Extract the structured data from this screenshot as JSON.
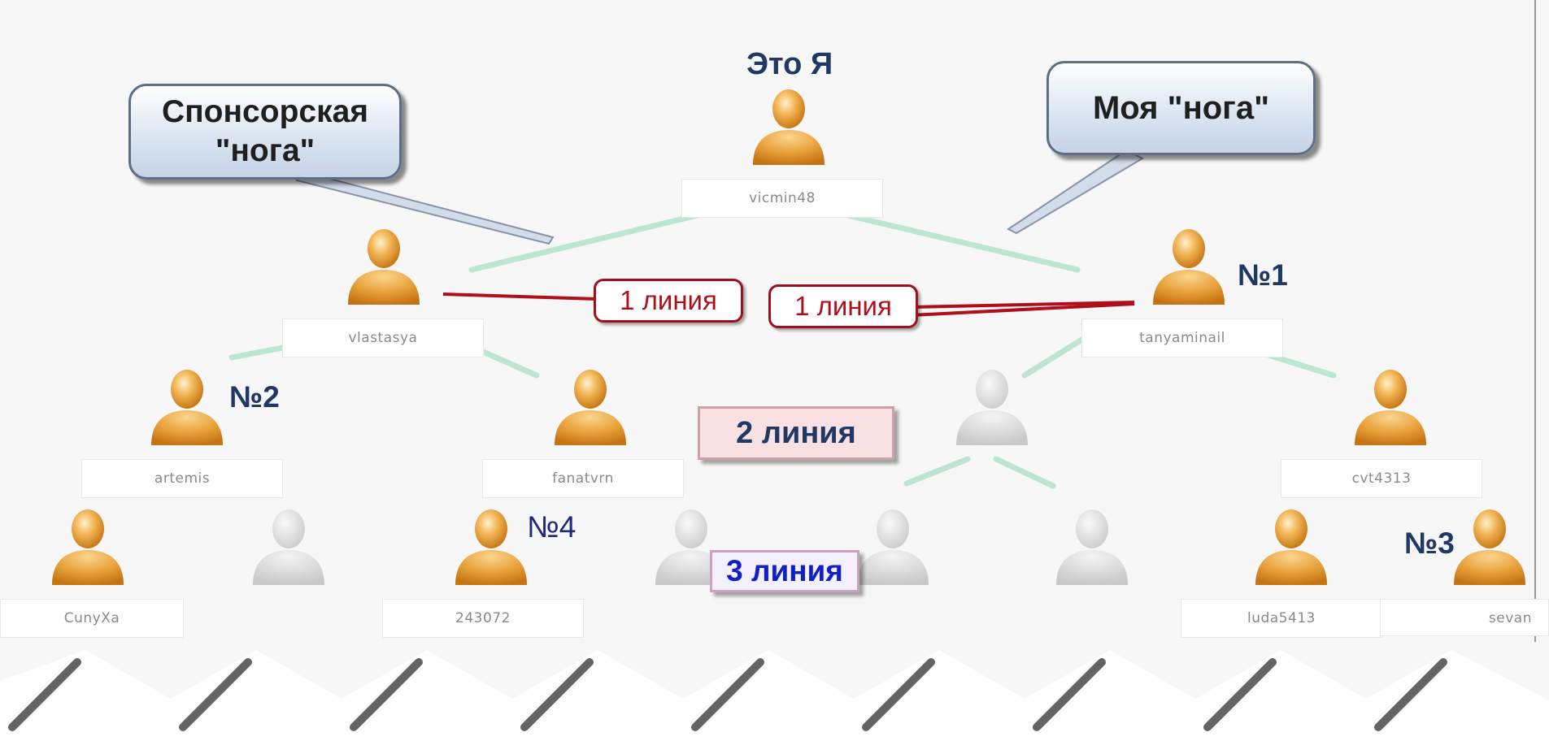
{
  "title": "Это Я",
  "callouts": {
    "sponsor_leg": "Спонсорская \"нога\"",
    "my_leg": "Моя \"нога\""
  },
  "line_labels": {
    "left": "1 линия",
    "right": "1 линия",
    "second": "2 линия",
    "third": "3 линия"
  },
  "tags": {
    "n1": "№1",
    "n2": "№2",
    "n3": "№3",
    "n4": "№4"
  },
  "nodes": {
    "root": "vicmin48",
    "l1_left": "vlastasya",
    "l1_right": "tanyaminail",
    "l2_a": "artemis",
    "l2_b": "fanatvrn",
    "l2_d": "cvt4313",
    "l3_a": "CunyXa",
    "l3_c": "243072",
    "l3_g": "luda5413",
    "l3_h": "sevan"
  },
  "colors": {
    "active_avatar": "#e8a23a",
    "inactive_avatar": "#d6d6d6",
    "tree_line": "#a7dcc4",
    "red_line": "#b00f1a",
    "callout_border": "#5d6f86",
    "tag_text": "#1f3864",
    "third_line_text": "#1020c8",
    "second_line_text": "#1f3864"
  }
}
